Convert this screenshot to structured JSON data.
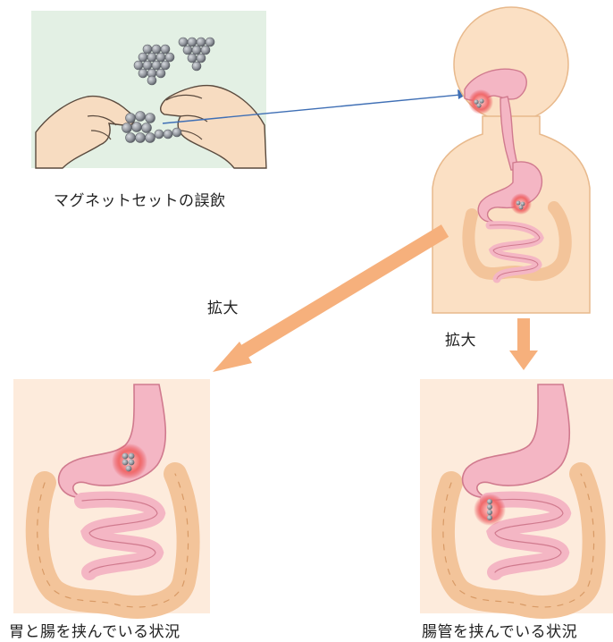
{
  "captions": {
    "magnet_set": "マグネットセットの誤飲",
    "zoom_left": "拡大",
    "zoom_right": "拡大",
    "stomach_intestine": "胃と腸を挟んでいる状況",
    "intestine_tube": "腸管を挟んでいる状況"
  },
  "colors": {
    "skin": "#fbe0c4",
    "skin_outline": "#e8b98c",
    "organ_pink": "#f4b6c4",
    "organ_outline": "#d07a8e",
    "colon_orange": "#f3c49a",
    "colon_outline": "#d89a66",
    "magnet_gray": "#8e9299",
    "panel_green": "#e3f0e4",
    "panel_peach": "#fdebdc",
    "arrow_orange": "#f6b07c",
    "arrow_blue": "#3f6fb5",
    "burst_red": "#e8404a"
  }
}
